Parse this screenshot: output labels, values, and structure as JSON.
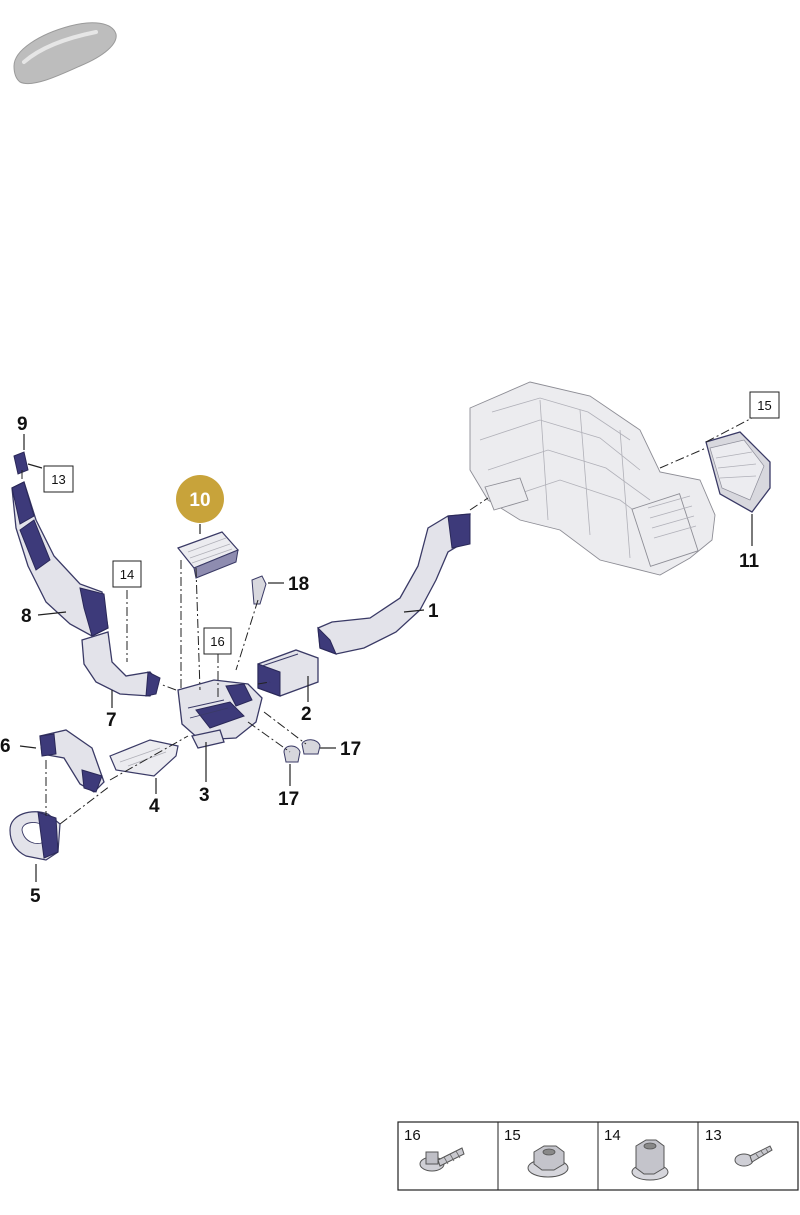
{
  "highlight": {
    "label": "10",
    "color": "#c8a33a"
  },
  "callouts": [
    {
      "id": "p1",
      "label": "1"
    },
    {
      "id": "p2",
      "label": "2"
    },
    {
      "id": "p3",
      "label": "3"
    },
    {
      "id": "p4",
      "label": "4"
    },
    {
      "id": "p5",
      "label": "5"
    },
    {
      "id": "p6",
      "label": "6"
    },
    {
      "id": "p7",
      "label": "7"
    },
    {
      "id": "p8",
      "label": "8"
    },
    {
      "id": "p9",
      "label": "9"
    },
    {
      "id": "p11",
      "label": "11"
    },
    {
      "id": "p17a",
      "label": "17"
    },
    {
      "id": "p17b",
      "label": "17"
    },
    {
      "id": "p18",
      "label": "18"
    }
  ],
  "boxed_refs": [
    {
      "id": "r13",
      "label": "13"
    },
    {
      "id": "r14",
      "label": "14"
    },
    {
      "id": "r15",
      "label": "15"
    },
    {
      "id": "r16",
      "label": "16"
    }
  ],
  "hardware_legend": [
    {
      "label": "16",
      "icon": "bolt-with-washer-icon"
    },
    {
      "label": "15",
      "icon": "hex-nut-flanged-icon"
    },
    {
      "label": "14",
      "icon": "hex-nut-tall-icon"
    },
    {
      "label": "13",
      "icon": "screw-icon"
    }
  ],
  "colors": {
    "duct": "#3d3a7a",
    "part_grey": "#ececef"
  }
}
